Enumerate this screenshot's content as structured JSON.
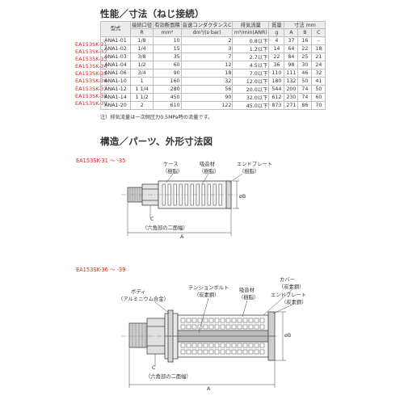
{
  "section1": {
    "title": "性能／寸法（ねじ接続）",
    "header": {
      "model": "型式",
      "conn": "接続口径",
      "conn_unit": "R",
      "area": "有効断面積",
      "area_unit": "mm²",
      "cond": "音速コンダクタンスC",
      "cond_unit": "dm³/(s·bar)",
      "flow": "排気流量",
      "flow_unit": "m³/min(ANR)",
      "mass": "質量",
      "mass_unit": "g",
      "dim": "寸法 mm",
      "dim_a": "A",
      "dim_b": "B",
      "dim_c": "C"
    },
    "models": [
      "EA153SK-31",
      "EA153SK-32",
      "EA153SK-33",
      "EA153SK-34",
      "EA153SK-35",
      "EA153SK-36",
      "EA153SK-37",
      "EA153SK-38",
      "EA153SK-39"
    ],
    "rows": [
      {
        "type": "ANA1-01",
        "r": "1/8",
        "area": "10",
        "c": "2",
        "flow": "0.8以下",
        "mass": "4",
        "a": "37",
        "b": "16",
        "cc": "–"
      },
      {
        "type": "ANA1-02",
        "r": "1/4",
        "area": "15",
        "c": "3",
        "flow": "1.2以下",
        "mass": "14",
        "a": "64",
        "b": "22",
        "cc": "18"
      },
      {
        "type": "ANA1-03",
        "r": "3/8",
        "area": "35",
        "c": "7",
        "flow": "2.7以下",
        "mass": "22",
        "a": "84",
        "b": "25",
        "cc": "21"
      },
      {
        "type": "ANA1-04",
        "r": "1/2",
        "area": "60",
        "c": "12",
        "flow": "4.5以下",
        "mass": "36",
        "a": "98",
        "b": "30",
        "cc": "24"
      },
      {
        "type": "ANA1-06",
        "r": "3/4",
        "area": "90",
        "c": "18",
        "flow": "7.0以下",
        "mass": "110",
        "a": "111",
        "b": "46",
        "cc": "32"
      },
      {
        "type": "ANA1-10",
        "r": "1",
        "area": "160",
        "c": "32",
        "flow": "12.0以下",
        "mass": "180",
        "a": "132",
        "b": "50",
        "cc": "41"
      },
      {
        "type": "ANA1-12",
        "r": "1 1/4",
        "area": "280",
        "c": "56",
        "flow": "20.0以下",
        "mass": "544",
        "a": "200",
        "b": "74",
        "cc": "50"
      },
      {
        "type": "ANA1-14",
        "r": "1 1/2",
        "area": "450",
        "c": "90",
        "flow": "32.0以下",
        "mass": "612",
        "a": "230",
        "b": "74",
        "cc": "60"
      },
      {
        "type": "ANA1-20",
        "r": "2",
        "area": "610",
        "c": "122",
        "flow": "45.0以下",
        "mass": "873",
        "a": "271",
        "b": "86",
        "cc": "70"
      }
    ],
    "note": "注）排気流量は一次側圧力0.5MPa時の流量です。"
  },
  "section2": {
    "title": "構造／パーツ、外形寸法図",
    "fig1": {
      "label": "EA153SK-31 〜 -35",
      "case": "ケース",
      "case_mat": "（樹脂）",
      "absorb": "吸音材",
      "absorb_mat": "（樹脂）",
      "endplate": "エンドプレート",
      "endplate_mat": "（樹脂）",
      "dim_b": "øB",
      "dim_c": "C",
      "hex": "（六角部の二面幅）",
      "dim_a": "A"
    },
    "fig2": {
      "label": "EA153SK-36 〜 -39",
      "body": "ボディ",
      "body_mat": "（アルミニウム合金）",
      "bolt": "テンションボルト",
      "bolt_mat": "（炭素鋼）",
      "absorb": "吸音材",
      "absorb_mat": "（樹脂）",
      "cover": "カバー",
      "cover_mat": "（炭素鋼）",
      "endplate": "エンドプレート",
      "endplate_mat": "（炭素鋼）",
      "dim_b": "øB",
      "dim_c": "C",
      "hex": "（六角部の二面幅）",
      "dim_a": "A"
    }
  }
}
